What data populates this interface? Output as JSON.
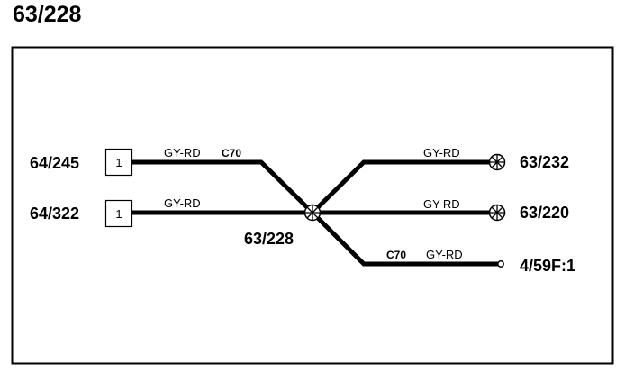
{
  "title": "63/228",
  "left_connectors": [
    {
      "id": "64/245",
      "pin": "1",
      "wire_color": "GY-RD",
      "wire_marker": "C70"
    },
    {
      "id": "64/322",
      "pin": "1",
      "wire_color": "GY-RD"
    }
  ],
  "splice": {
    "id": "63/228"
  },
  "right_connectors": [
    {
      "id": "63/232",
      "wire_color": "GY-RD"
    },
    {
      "id": "63/220",
      "wire_color": "GY-RD"
    },
    {
      "id": "4/59F:1",
      "wire_color": "GY-RD",
      "wire_marker": "C70"
    }
  ]
}
